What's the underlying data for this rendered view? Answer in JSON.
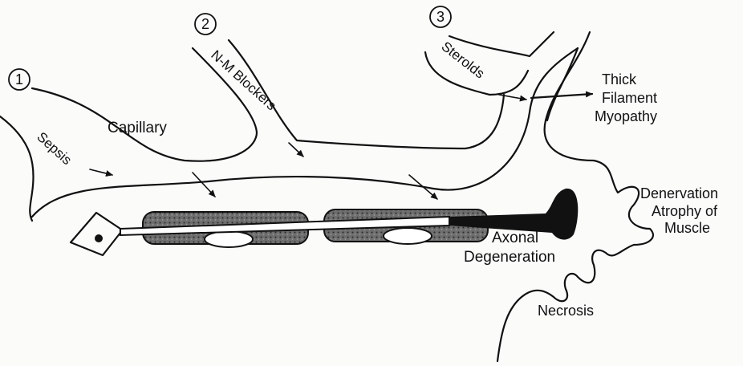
{
  "markers": [
    "1",
    "2",
    "3"
  ],
  "labels": {
    "capillary": "Capillary",
    "sepsis": "Sepsis",
    "nm_blockers": "N-M Blockers",
    "steroids": "Sterolds",
    "thick": "Thick",
    "filament": "Filament",
    "myopathy": "Myopathy",
    "denervation": "Denervation",
    "atrophy": "Atrophy of",
    "muscle": "Muscle",
    "axonal": "Axonal",
    "degeneration": "Degeneration",
    "necrosis": "Necrosis"
  }
}
